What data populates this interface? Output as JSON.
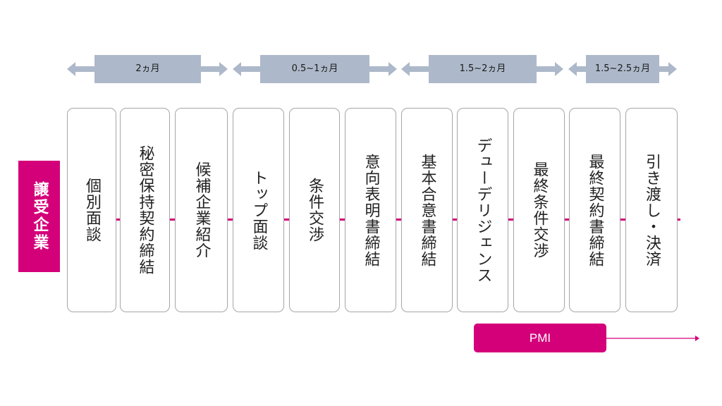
{
  "side_label": "譲受企業",
  "phases": [
    {
      "label": "2ヵ月"
    },
    {
      "label": "0.5~1ヵ月"
    },
    {
      "label": "1.5~2ヵ月"
    },
    {
      "label": "1.5~2.5ヵ月"
    }
  ],
  "steps": [
    "個別面談",
    "秘密保持契約締結",
    "候補企業紹介",
    "トップ面談",
    "条件交渉",
    "意向表明書締結",
    "基本合意書締結",
    "デューデリジェンス",
    "最終条件交渉",
    "最終契約書締結",
    "引き渡し・決済"
  ],
  "pmi": {
    "label": "PMI"
  },
  "colors": {
    "accent": "#d4007a",
    "phase_bar": "#adb9ca",
    "border": "#a6a6a6"
  }
}
